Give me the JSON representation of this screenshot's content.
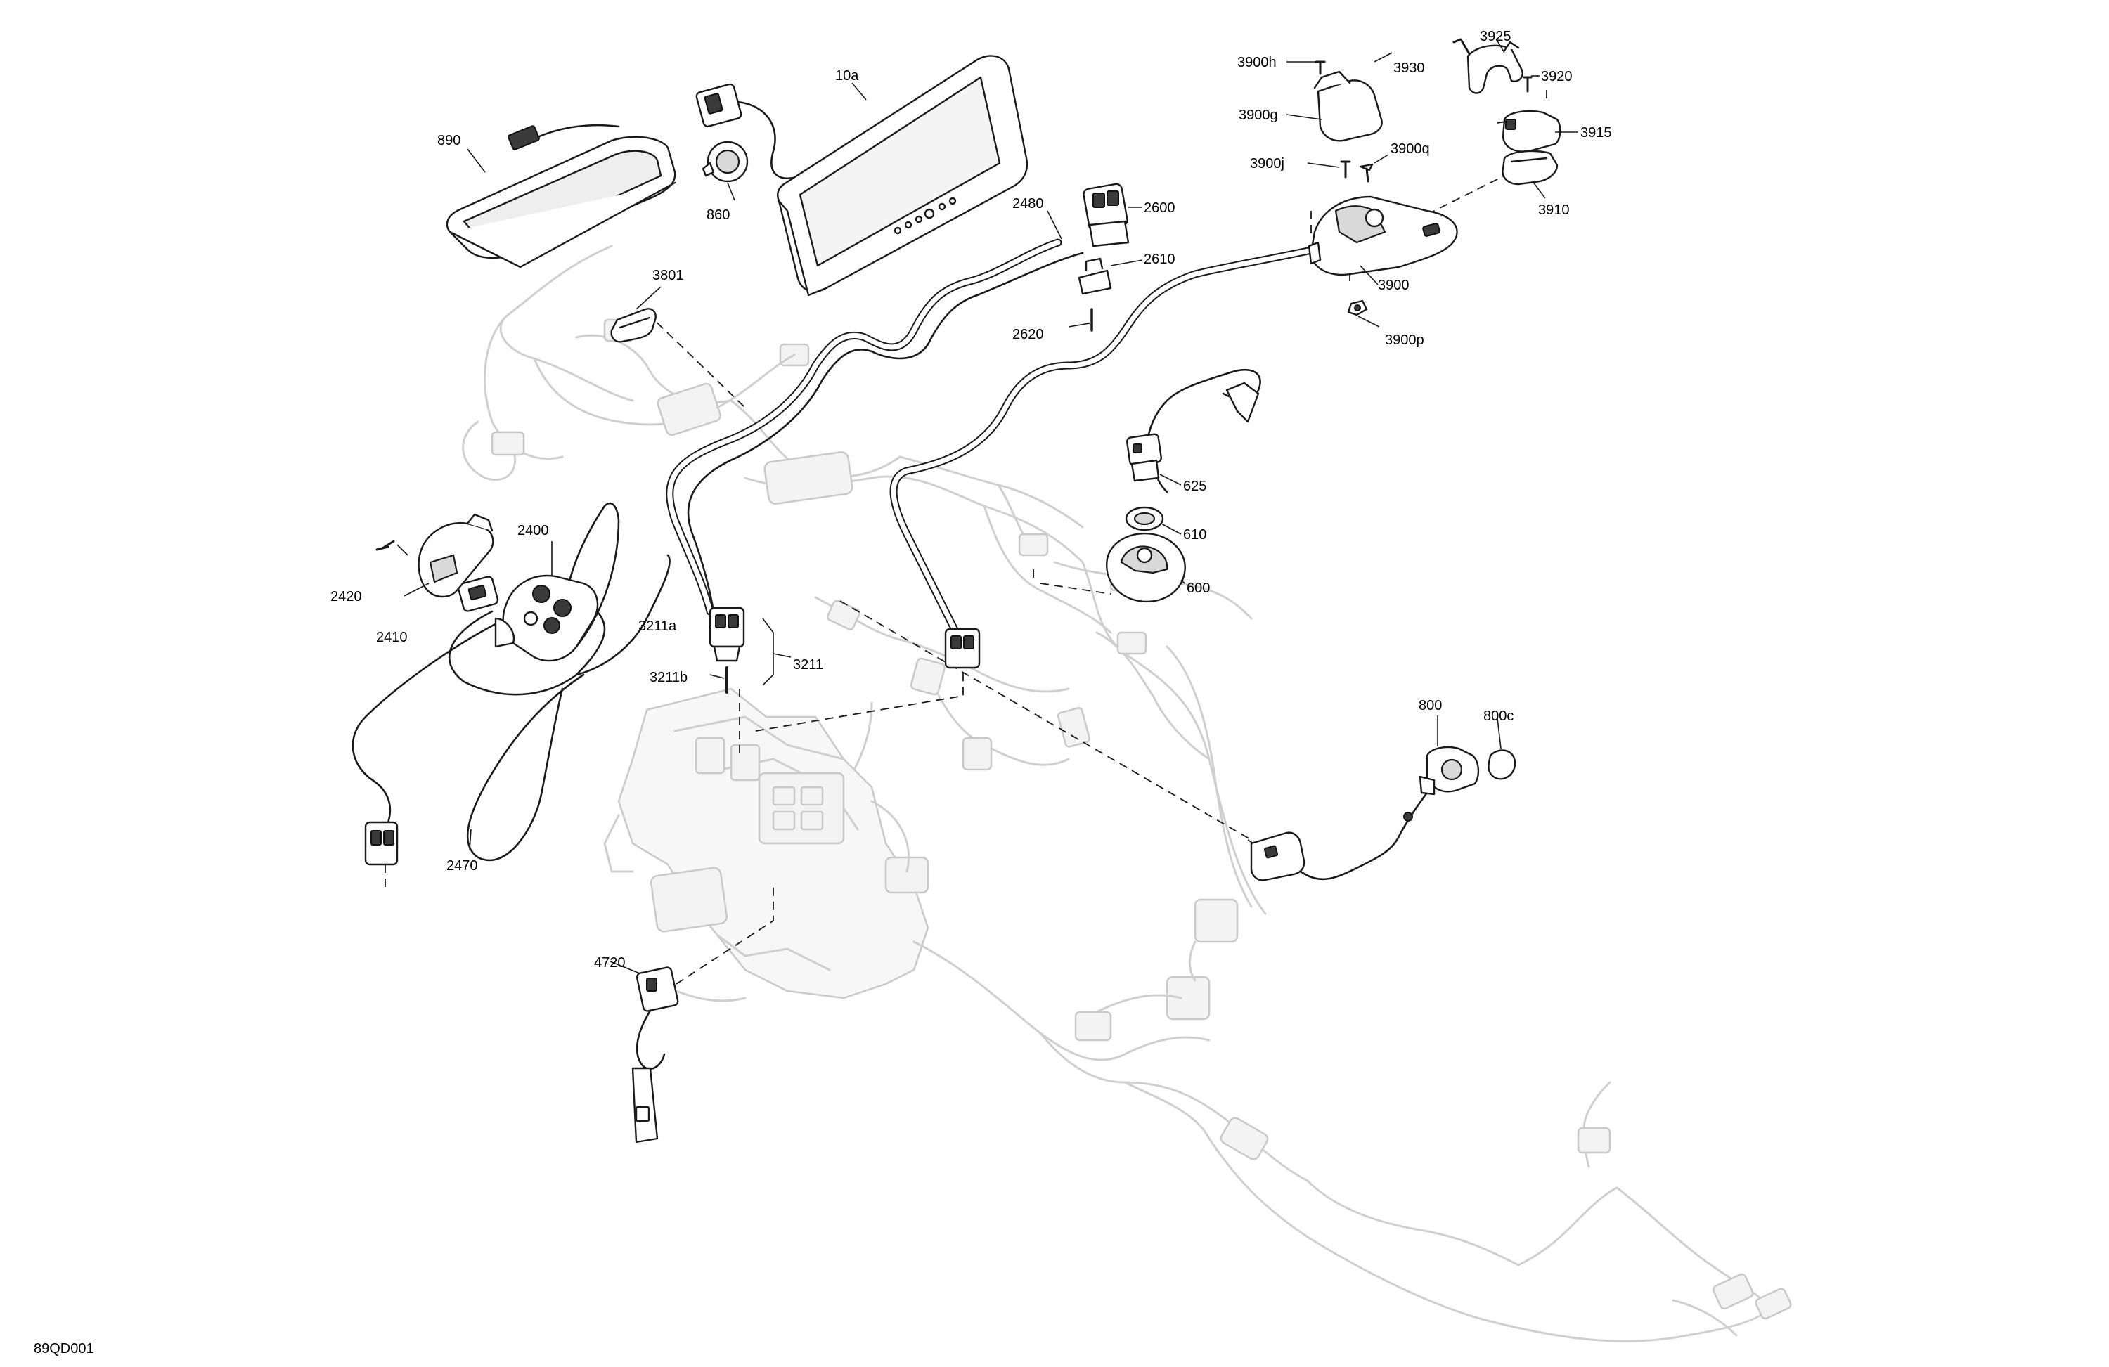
{
  "drawing_code": "89QD001",
  "callouts": [
    {
      "id": "c-890",
      "text": "890"
    },
    {
      "id": "c-860",
      "text": "860"
    },
    {
      "id": "c-10a",
      "text": "10a"
    },
    {
      "id": "c-2480",
      "text": "2480"
    },
    {
      "id": "c-2600",
      "text": "2600"
    },
    {
      "id": "c-2610",
      "text": "2610"
    },
    {
      "id": "c-2620",
      "text": "2620"
    },
    {
      "id": "c-3801",
      "text": "3801"
    },
    {
      "id": "c-3900h",
      "text": "3900h"
    },
    {
      "id": "c-3930",
      "text": "3930"
    },
    {
      "id": "c-3925",
      "text": "3925"
    },
    {
      "id": "c-3920",
      "text": "3920"
    },
    {
      "id": "c-3915",
      "text": "3915"
    },
    {
      "id": "c-3900g",
      "text": "3900g"
    },
    {
      "id": "c-3900q",
      "text": "3900q"
    },
    {
      "id": "c-3900j",
      "text": "3900j"
    },
    {
      "id": "c-3910",
      "text": "3910"
    },
    {
      "id": "c-3900",
      "text": "3900"
    },
    {
      "id": "c-3900p",
      "text": "3900p"
    },
    {
      "id": "c-625",
      "text": "625"
    },
    {
      "id": "c-610",
      "text": "610"
    },
    {
      "id": "c-600",
      "text": "600"
    },
    {
      "id": "c-2400",
      "text": "2400"
    },
    {
      "id": "c-2420",
      "text": "2420"
    },
    {
      "id": "c-2410",
      "text": "2410"
    },
    {
      "id": "c-3211a",
      "text": "3211a"
    },
    {
      "id": "c-3211",
      "text": "3211"
    },
    {
      "id": "c-3211b",
      "text": "3211b"
    },
    {
      "id": "c-2470",
      "text": "2470"
    },
    {
      "id": "c-800",
      "text": "800"
    },
    {
      "id": "c-800c",
      "text": "800c"
    },
    {
      "id": "c-4720",
      "text": "4720"
    }
  ],
  "colors": {
    "line": "#1a1a1a",
    "ghost": "#cfcfcf",
    "background": "#ffffff"
  }
}
